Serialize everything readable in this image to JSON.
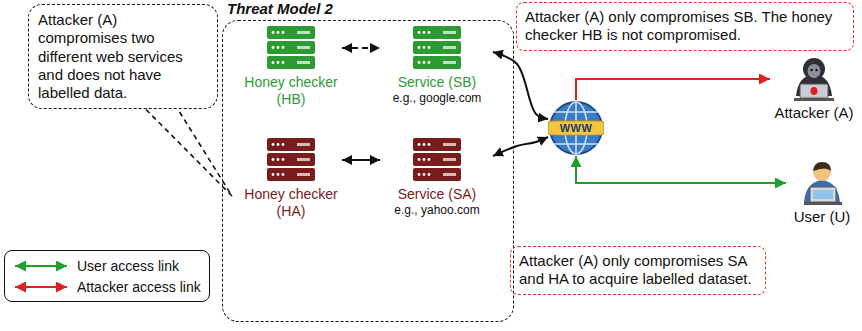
{
  "diagram": {
    "nodes": [
      {
        "text": [
          "Attacker (A) compromises two different web services and does not have labelled data."
        ]
      },
      {
        "text": [
          "Threat Model 2"
        ]
      },
      {
        "text": [
          "Honey checker (HB)"
        ],
        "in": 1
      },
      {
        "text": [
          "Service (SB)",
          "e.g., google.com"
        ],
        "in": 1
      },
      {
        "text": [
          "Honey checker (HA)"
        ],
        "in": 1
      },
      {
        "text": [
          "Service (SA)",
          "e.g., yahoo.com"
        ],
        "in": 1
      },
      {
        "text": [
          "Attacker (A) only compromises SB. The honey checker HB is not compromised."
        ]
      },
      {
        "text": [
          "WWW"
        ]
      },
      {
        "text": [
          "Attacker (A)"
        ]
      },
      {
        "text": [
          "User (U)"
        ]
      },
      {
        "text": [
          "Attacker (A) only compromises SA and HA to acquire labelled dataset."
        ]
      }
    ],
    "edges": [
      {
        "from": 2,
        "to": 3,
        "arrow": "both"
      },
      {
        "from": 4,
        "to": 5,
        "arrow": "both"
      },
      {
        "from": 3,
        "to": 7,
        "arrow": "both"
      },
      {
        "from": 5,
        "to": 7,
        "arrow": "both"
      },
      {
        "from": 7,
        "to": 8,
        "arrow": "to"
      },
      {
        "from": 7,
        "to": 9,
        "arrow": "both"
      }
    ],
    "legend": [
      {
        "text": "User access link"
      },
      {
        "text": "Attacker access link"
      }
    ]
  }
}
